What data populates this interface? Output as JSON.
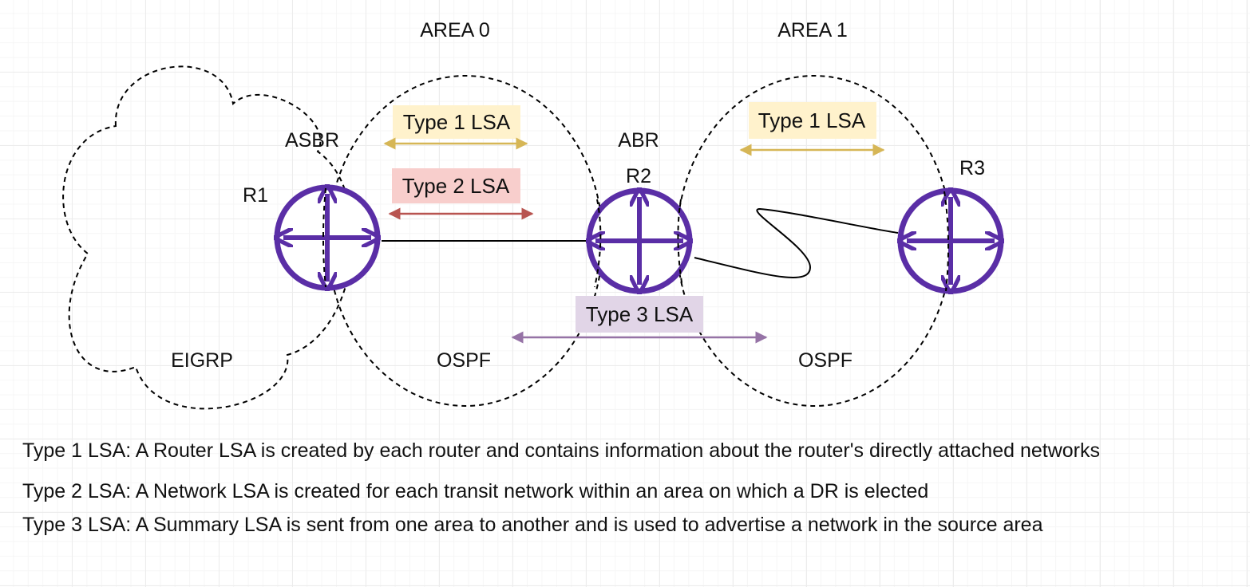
{
  "areas": {
    "area0": "AREA 0",
    "area1": "AREA 1"
  },
  "regions": {
    "eigrp": "EIGRP",
    "ospf_area0": "OSPF",
    "ospf_area1": "OSPF"
  },
  "roles": {
    "asbr": "ASBR",
    "abr": "ABR"
  },
  "routers": {
    "r1": "R1",
    "r2": "R2",
    "r3": "R3"
  },
  "lsa_tags": {
    "area0_type1": "Type 1 LSA",
    "area0_type2": "Type 2 LSA",
    "area1_type1": "Type 1 LSA",
    "type3": "Type 3 LSA"
  },
  "legend": {
    "type1": "Type 1 LSA: A Router LSA is created by each router and contains information about the router's directly attached networks",
    "type2": "Type 2 LSA: A Network LSA is created for each transit network within an area on which a DR is elected",
    "type3": "Type 3 LSA: A Summary LSA is sent from one area to another and is used to advertise a network in the source area"
  },
  "colors": {
    "router": "#5a2ea6",
    "type1_fill": "#fff2cc",
    "type1_arrow": "#d6b656",
    "type2_fill": "#f8cecc",
    "type2_arrow": "#b85450",
    "type3_fill": "#e1d5e7",
    "type3_arrow": "#9673a6"
  },
  "icons": [
    "router-icon",
    "double-arrow-icon"
  ]
}
